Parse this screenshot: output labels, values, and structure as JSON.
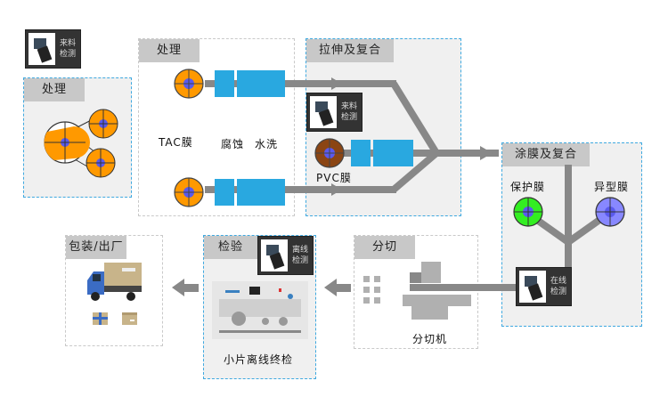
{
  "colors": {
    "tac_roll": "#ff9900",
    "pvc_roll": "#8b4513",
    "protect_roll": "#33ee22",
    "special_roll": "#8888ff",
    "roll_core": "#5a5aee",
    "process_block": "#29a8e0",
    "pipe": "#888888",
    "camera_bg": "#333333",
    "tab_bg": "#c8c8c8",
    "dashed_blue": "#3fa9e0"
  },
  "camera_incoming_top": {
    "line1": "来料",
    "line2": "检测"
  },
  "section_left_treatment": {
    "title": "处理"
  },
  "section_treatment": {
    "title": "处理",
    "labels": {
      "tac_film": "TAC膜",
      "corrosion": "腐蚀",
      "washing": "水洗"
    }
  },
  "section_stretch": {
    "title": "拉伸及复合",
    "camera": {
      "line1": "来料",
      "line2": "检测"
    },
    "pvc_label": "PVC膜"
  },
  "section_coating": {
    "title": "涂膜及复合",
    "protect_film": "保护膜",
    "special_film": "异型膜",
    "camera": {
      "line1": "在线",
      "line2": "检测"
    }
  },
  "section_slitting": {
    "title": "分切",
    "machine_label": "分切机"
  },
  "section_inspection": {
    "title": "检验",
    "camera": {
      "line1": "离线",
      "line2": "检测"
    },
    "machine_label": "小片离线终检"
  },
  "section_packing": {
    "title": "包装/出厂"
  }
}
